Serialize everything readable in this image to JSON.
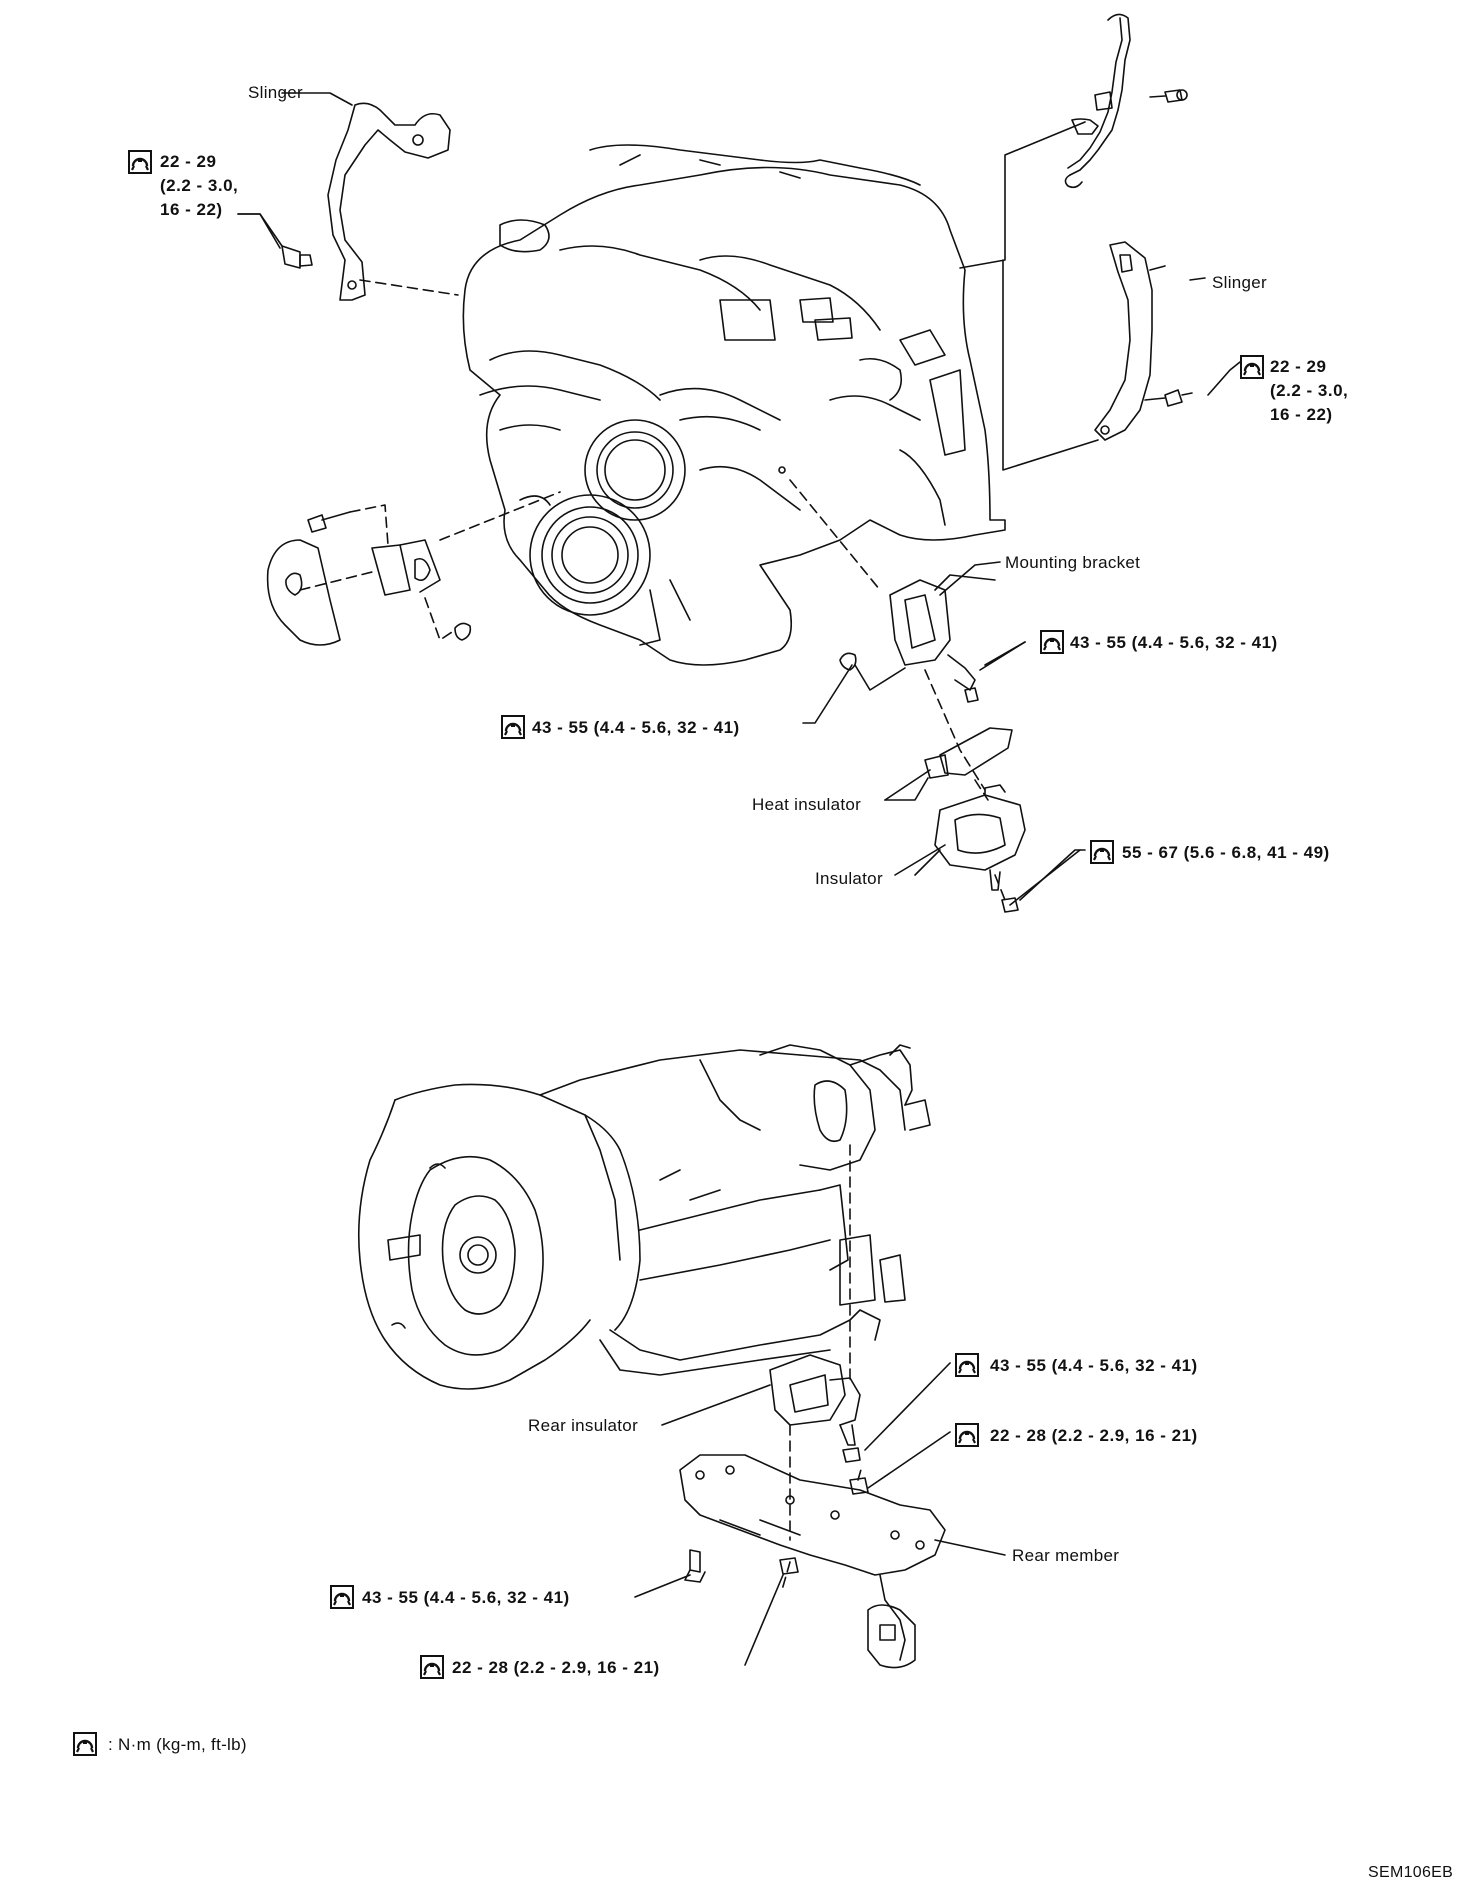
{
  "labels": {
    "slinger_left": "Slinger",
    "slinger_right": "Slinger",
    "mounting_bracket": "Mounting bracket",
    "heat_insulator": "Heat insulator",
    "insulator": "Insulator",
    "rear_insulator": "Rear insulator",
    "rear_member": "Rear member"
  },
  "torques": {
    "slinger_left": {
      "l1": "22 - 29",
      "l2": "(2.2 - 3.0,",
      "l3": "16 - 22)"
    },
    "slinger_right": {
      "l1": "22 - 29",
      "l2": "(2.2 - 3.0,",
      "l3": "16 - 22)"
    },
    "mounting_bolt": "43 - 55 (4.4 - 5.6, 32 - 41)",
    "mounting_nut": "43 - 55 (4.4 - 5.6, 32 - 41)",
    "insulator_nut": "55 - 67 (5.6 - 6.8, 41 - 49)",
    "rear_bolt_upper": "43 - 55 (4.4 - 5.6, 32 - 41)",
    "rear_nut_upper": "22 - 28 (2.2 - 2.9, 16 - 21)",
    "rear_bolt_lower": "43 - 55 (4.4 - 5.6, 32 - 41)",
    "rear_nut_lower": "22 - 28 (2.2 - 2.9, 16 - 21)"
  },
  "legend": {
    "units": ": N·m (kg-m, ft-lb)"
  },
  "figure_code": "SEM106EB",
  "icons": {
    "torque": "torque-wrench-icon"
  }
}
